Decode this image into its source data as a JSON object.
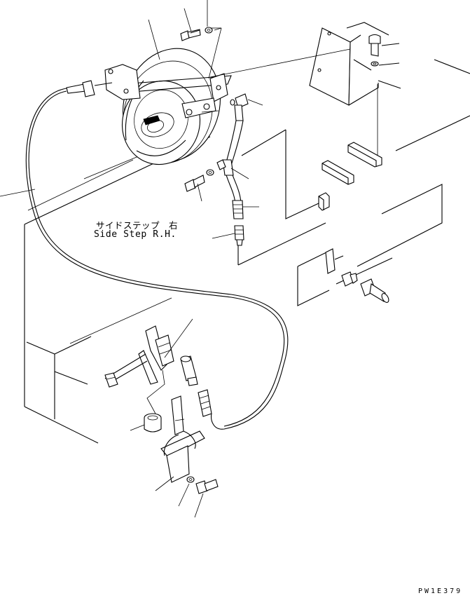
{
  "labels": {
    "side_step_jp": "サイドステップ　右",
    "side_step_en": "Side Step R.H.",
    "drawing_code": "PW1E379"
  }
}
